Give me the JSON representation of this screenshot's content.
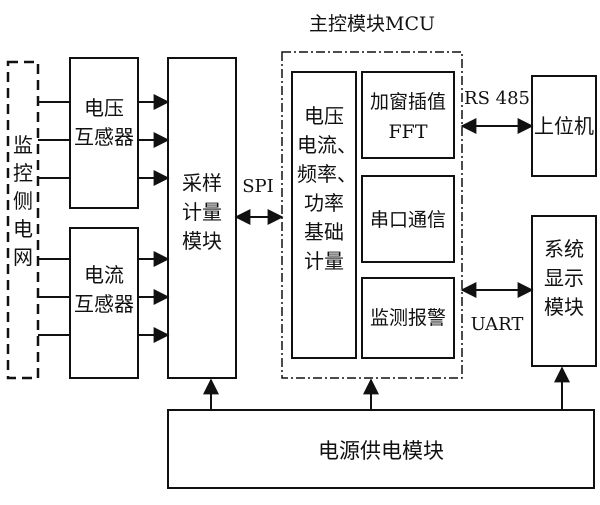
{
  "diagram": {
    "mcu_title": "主控模块MCU",
    "grid_label": [
      "监",
      "控",
      "侧",
      "电",
      "网"
    ],
    "voltage_transformer": [
      "电压",
      "互感器"
    ],
    "current_transformer": [
      "电流",
      "互感器"
    ],
    "sampling_module": [
      "采样",
      "计量",
      "模块"
    ],
    "spi_label": "SPI",
    "basic_metering": [
      "电压",
      "电流、",
      "频率、",
      "功率",
      "基础",
      "计量"
    ],
    "fft_block": [
      "加窗插值",
      "FFT"
    ],
    "serial_block": "串口通信",
    "alarm_block": "监测报警",
    "rs485_label": "RS 485",
    "upper_computer": "上位机",
    "uart_label": "UART",
    "display_module": [
      "系统",
      "显示",
      "模块"
    ],
    "power_module": "电源供电模块"
  }
}
